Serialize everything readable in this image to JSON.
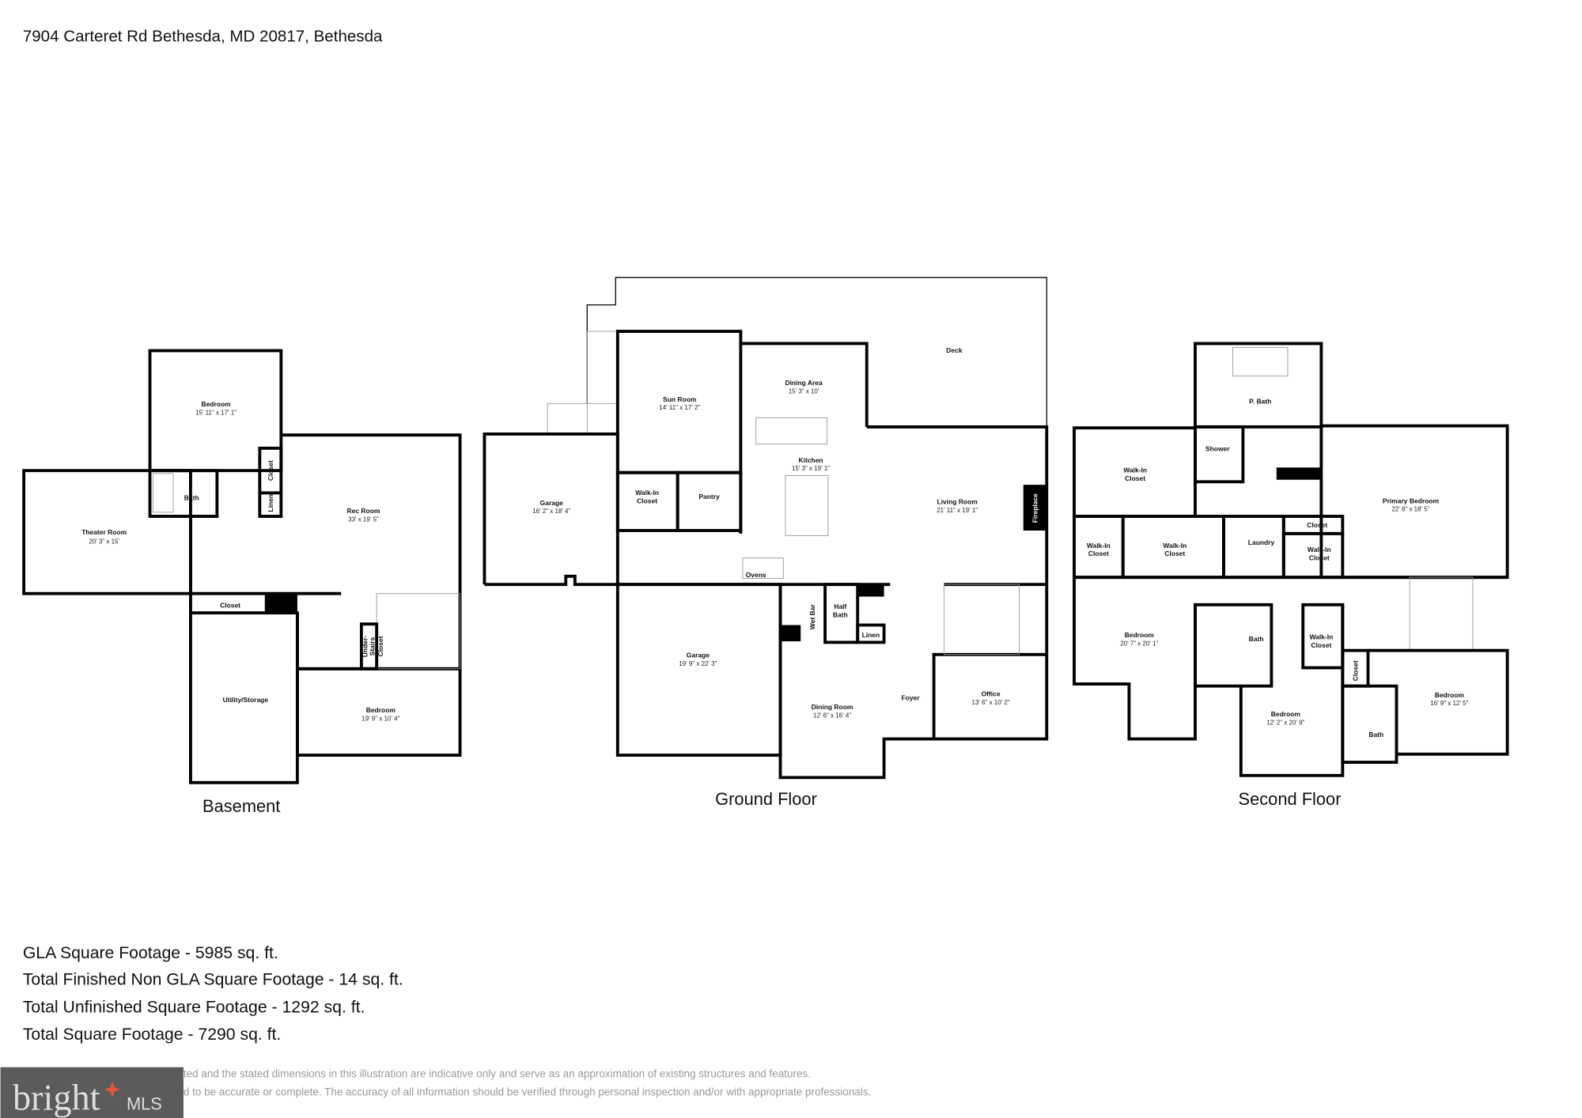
{
  "header": {
    "address": "7904 Carteret Rd Bethesda, MD 20817, Bethesda"
  },
  "floors": [
    {
      "title": "Basement",
      "rooms": [
        {
          "name": "Bedroom",
          "dims": "15' 11\" x 17' 1\""
        },
        {
          "name": "Theater Room",
          "dims": "20' 3\" x 15'"
        },
        {
          "name": "Rec Room",
          "dims": "33' x 19' 5\""
        },
        {
          "name": "Bath"
        },
        {
          "name": "Closet"
        },
        {
          "name": "Linen"
        },
        {
          "name": "Closet"
        },
        {
          "name": "Utility/Storage"
        },
        {
          "name": "Bedroom",
          "dims": "19' 9\" x 10' 4\""
        },
        {
          "name": "Under-"
        },
        {
          "name": "Stairs"
        },
        {
          "name": "Closet"
        }
      ]
    },
    {
      "title": "Ground Floor",
      "rooms": [
        {
          "name": "Deck"
        },
        {
          "name": "Dining Area",
          "dims": "15' 3\" x 10'"
        },
        {
          "name": "Sun Room",
          "dims": "14' 11\" x 17' 2\""
        },
        {
          "name": "Kitchen",
          "dims": "15' 3\" x 19' 1\""
        },
        {
          "name": "Garage",
          "dims": "16' 2\" x 18' 4\""
        },
        {
          "name": "Walk-In"
        },
        {
          "name": "Closet"
        },
        {
          "name": "Pantry"
        },
        {
          "name": "Living Room",
          "dims": "21' 11\" x 19' 1\""
        },
        {
          "name": "Fireplace"
        },
        {
          "name": "Ovens"
        },
        {
          "name": "Wet Bar"
        },
        {
          "name": "Half"
        },
        {
          "name": "Bath"
        },
        {
          "name": "Linen"
        },
        {
          "name": "Garage",
          "dims": "19' 9\" x 22' 3\""
        },
        {
          "name": "Dining Room",
          "dims": "12' 6\" x 16' 4\""
        },
        {
          "name": "Foyer"
        },
        {
          "name": "Office",
          "dims": "13' 6\" x 10' 2\""
        }
      ]
    },
    {
      "title": "Second Floor",
      "rooms": [
        {
          "name": "P. Bath"
        },
        {
          "name": "Shower"
        },
        {
          "name": "Walk-In",
          "name2": "Closet"
        },
        {
          "name": "Primary Bedroom",
          "dims": "22' 8\" x 18' 5\""
        },
        {
          "name": "Walk-In",
          "name2": "Closet"
        },
        {
          "name": "Walk-In",
          "name2": "Closet"
        },
        {
          "name": "Laundry"
        },
        {
          "name": "Closet"
        },
        {
          "name": "Walk-In",
          "name2": "Closet"
        },
        {
          "name": "Bedroom",
          "dims": "20' 7\" x 20' 1\""
        },
        {
          "name": "Bath"
        },
        {
          "name": "Walk-In",
          "name2": "Closet"
        },
        {
          "name": "Bedroom",
          "dims": "12' 2\" x 20' 9\""
        },
        {
          "name": "Closet"
        },
        {
          "name": "Bath"
        },
        {
          "name": "Bedroom",
          "dims": "16' 9\" x 12' 5\""
        }
      ]
    }
  ],
  "footage": [
    "GLA Square Footage - 5985 sq. ft.",
    "Total Finished Non GLA Square Footage - 14 sq. ft.",
    "Total Unfinished Square Footage - 1292 sq. ft.",
    "Total Square Footage - 7290 sq. ft."
  ],
  "disclaimer": [
    "ted and the stated dimensions in this illustration are indicative only and serve as an approximation of existing structures and features.",
    "d to be accurate or complete. The accuracy of all information should be verified through personal inspection and/or with appropriate professionals."
  ],
  "logo": {
    "text": "bright MLS",
    "accent_color": "#e8563a",
    "bg_color": "#5b5b5b"
  }
}
